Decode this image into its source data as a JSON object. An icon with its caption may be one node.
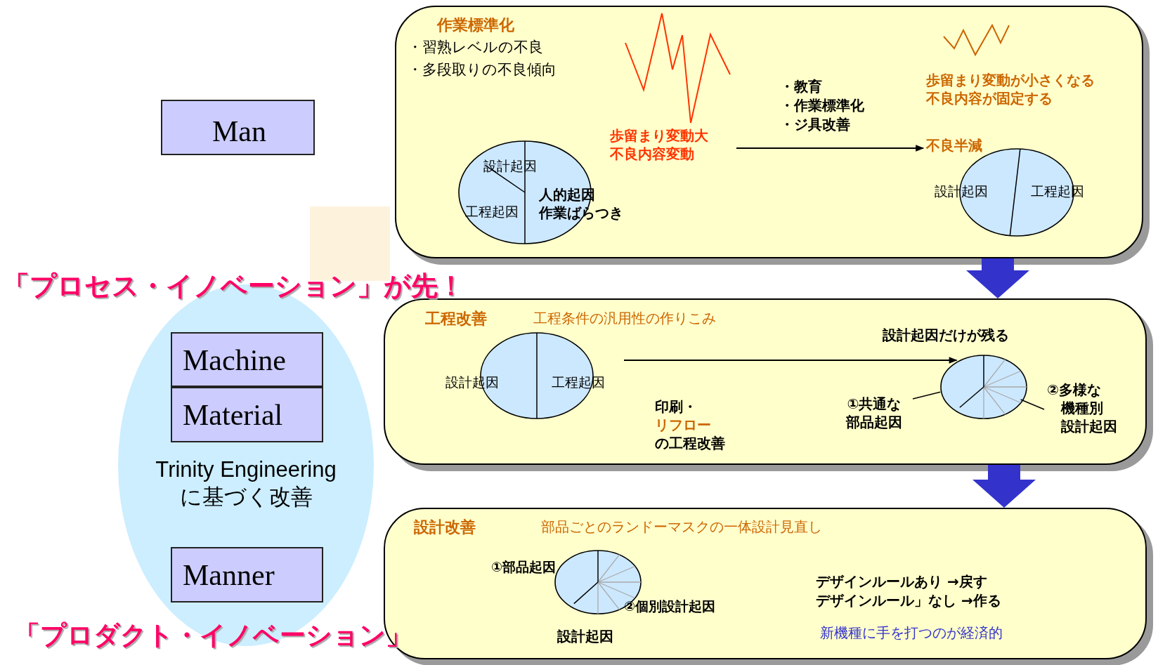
{
  "diagram": {
    "nodes": [
      {
        "text": [
          "Man"
        ]
      },
      {
        "text": [
          "Trinity Engineeringに基づく改善"
        ]
      },
      {
        "text": [
          "Machine"
        ],
        "in": 1
      },
      {
        "text": [
          "Material"
        ],
        "in": 1
      },
      {
        "text": [
          "Manner"
        ],
        "in": 1
      },
      {
        "text": [
          "作業標準化",
          "・習熟レベルの不良",
          "・多段取りの不良傾向",
          "歩留まり変動が小さくなる不良内容が固定する"
        ]
      },
      {
        "text": [
          "設計起因",
          "工程起因",
          "人的起因作業ばらつき"
        ],
        "in": 5
      },
      {
        "text": [
          "歩留まり変動大不良内容変動"
        ],
        "in": 5
      },
      {
        "text": [
          "不良半減"
        ],
        "in": 5
      },
      {
        "text": [
          "設計起因",
          "工程起因"
        ],
        "in": 5
      },
      {
        "text": [
          "工程改善",
          "工程条件の汎用性の作りこみ",
          "設計起因だけが残る",
          "印刷・",
          "リフロー",
          "の工程改善"
        ]
      },
      {
        "text": [
          "設計起因",
          "工程起因"
        ],
        "in": 10
      },
      {
        "text": [
          "①共通な部品起因"
        ],
        "in": 10
      },
      {
        "text": [],
        "shape": "circle",
        "in": 10
      },
      {
        "text": [
          "②多様な機種別設計起因"
        ],
        "in": 10
      },
      {
        "text": [
          "設計改善",
          "部品ごとのランドーマスクの一体設計見直し",
          "デザインルールあり →戻す",
          "デザインルール」なし →作る",
          "新機種に手を打つのが経済的"
        ]
      },
      {
        "text": [
          "①部品起因",
          "②個別設計起因"
        ],
        "beside": [
          "設計起因"
        ],
        "in": 15
      }
    ],
    "edges": [
      {
        "from": 7,
        "to": 8,
        "arrow": "to",
        "label": "・教育・作業標準化・ジ具改善"
      },
      {
        "from": 5,
        "to": 10,
        "arrow": "to",
        "style": "thick",
        "color": "#3333cc"
      },
      {
        "from": 10,
        "to": 15,
        "arrow": "to",
        "style": "thick",
        "color": "#3333cc"
      },
      {
        "from": 11,
        "to": 13,
        "arrow": "to"
      },
      {
        "from": 12,
        "to": 13,
        "arrow": "none"
      },
      {
        "from": 14,
        "to": 13,
        "arrow": "none"
      }
    ],
    "labels": [
      "「プロセス・イノベーション」が先！",
      "「プロダクト・イノベーション」"
    ]
  }
}
